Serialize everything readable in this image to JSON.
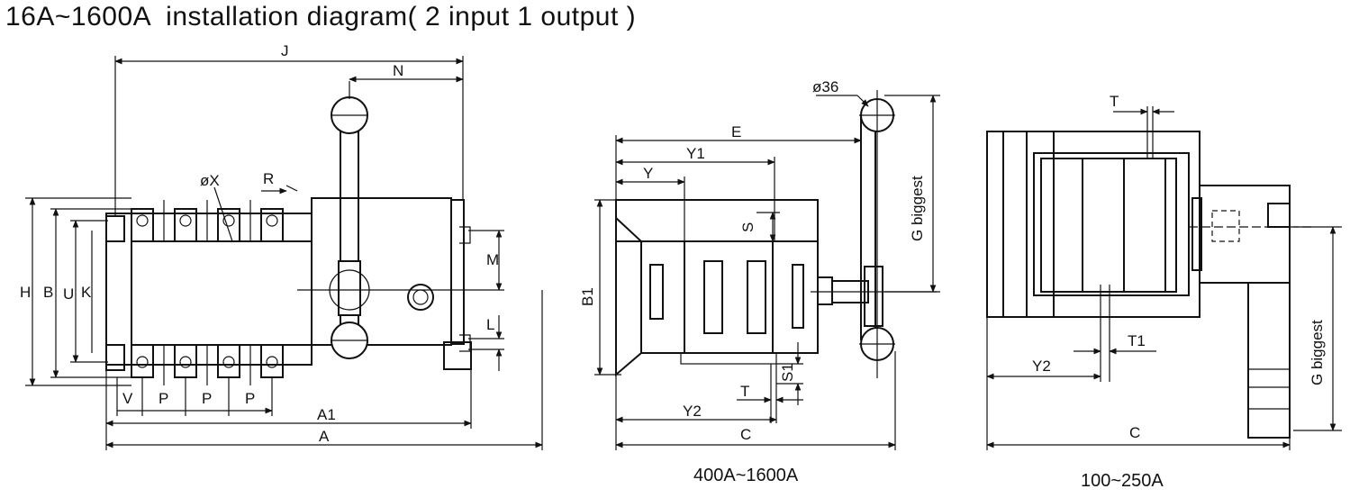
{
  "title": "16A~1600A  installation diagram( 2 input 1 output )",
  "views": {
    "front": {
      "labels": {
        "J": "J",
        "N": "N",
        "R": "R",
        "X": "øX",
        "H": "H",
        "B": "B",
        "U": "U",
        "K": "K",
        "M": "M",
        "L": "L",
        "V": "V",
        "P": "P",
        "A1": "A1",
        "A": "A"
      }
    },
    "side_large": {
      "caption": "400A~1600A",
      "labels": {
        "phi36": "ø36",
        "E": "E",
        "Y1": "Y1",
        "Y": "Y",
        "S": "S",
        "G": "G biggest",
        "B1": "B1",
        "S1": "S1",
        "T": "T",
        "Y2": "Y2",
        "C": "C"
      }
    },
    "side_small": {
      "caption": "100~250A",
      "labels": {
        "T": "T",
        "T1": "T1",
        "Y2": "Y2",
        "G": "G biggest",
        "C": "C"
      }
    }
  }
}
